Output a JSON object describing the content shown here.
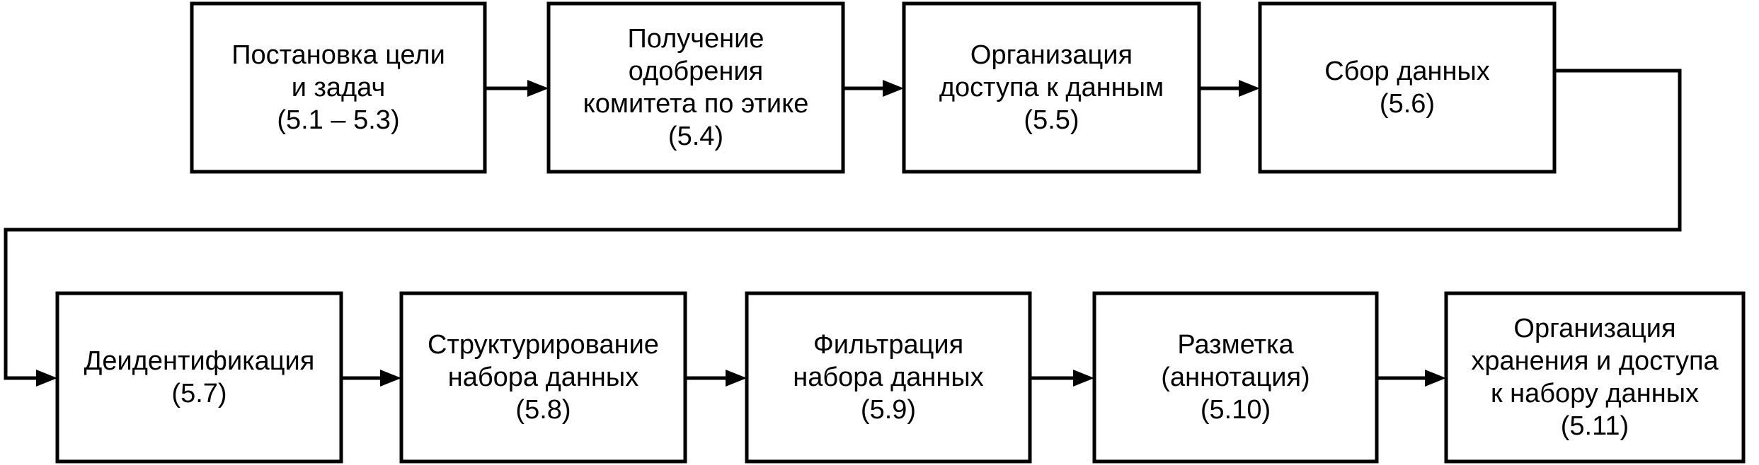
{
  "steps": [
    {
      "lines": [
        "Постановка цели",
        "и задач",
        "(5.1 – 5.3)"
      ]
    },
    {
      "lines": [
        "Получение",
        "одобрения",
        "комитета по этике",
        "(5.4)"
      ]
    },
    {
      "lines": [
        "Организация",
        "доступа к данным",
        "(5.5)"
      ]
    },
    {
      "lines": [
        "Сбор данных",
        "(5.6)"
      ]
    },
    {
      "lines": [
        "Деидентификация",
        "(5.7)"
      ]
    },
    {
      "lines": [
        "Структурирование",
        "набора данных",
        "(5.8)"
      ]
    },
    {
      "lines": [
        "Фильтрация",
        "набора данных",
        "(5.9)"
      ]
    },
    {
      "lines": [
        "Разметка",
        "(аннотация)",
        "(5.10)"
      ]
    },
    {
      "lines": [
        "Организация",
        "хранения и доступа",
        "к набору данных",
        "(5.11)"
      ]
    }
  ]
}
